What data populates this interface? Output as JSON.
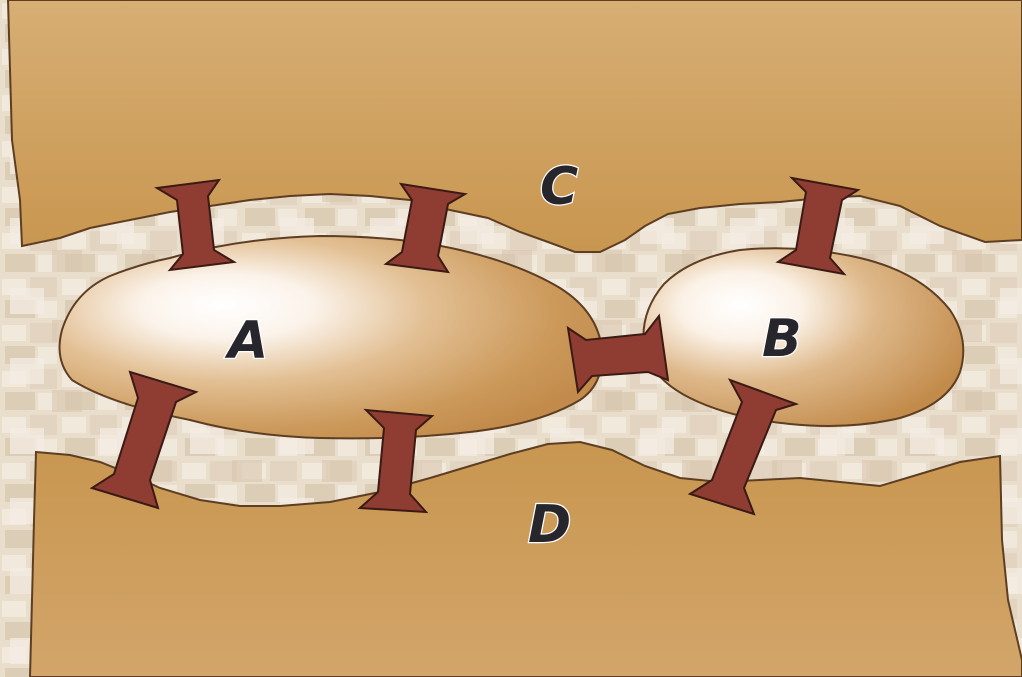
{
  "diagram": {
    "labels": {
      "a": "A",
      "b": "B",
      "c": "C",
      "d": "D"
    },
    "colors": {
      "background": "#e9ddcc",
      "background_tile_light": "#f3ebe0",
      "background_tile_dark": "#dccdb7",
      "top_layer": "#c99957",
      "bottom_layer": "#c99957",
      "layer_outline": "#5e3e22",
      "body_dark": "#c58f4e",
      "body_highlight": "#ffffff",
      "connector": "#8f3d33",
      "connector_outline": "#3a1a14",
      "label_text": "#26262c"
    },
    "icons": {
      "connector": "i-beam-connector-icon"
    }
  }
}
